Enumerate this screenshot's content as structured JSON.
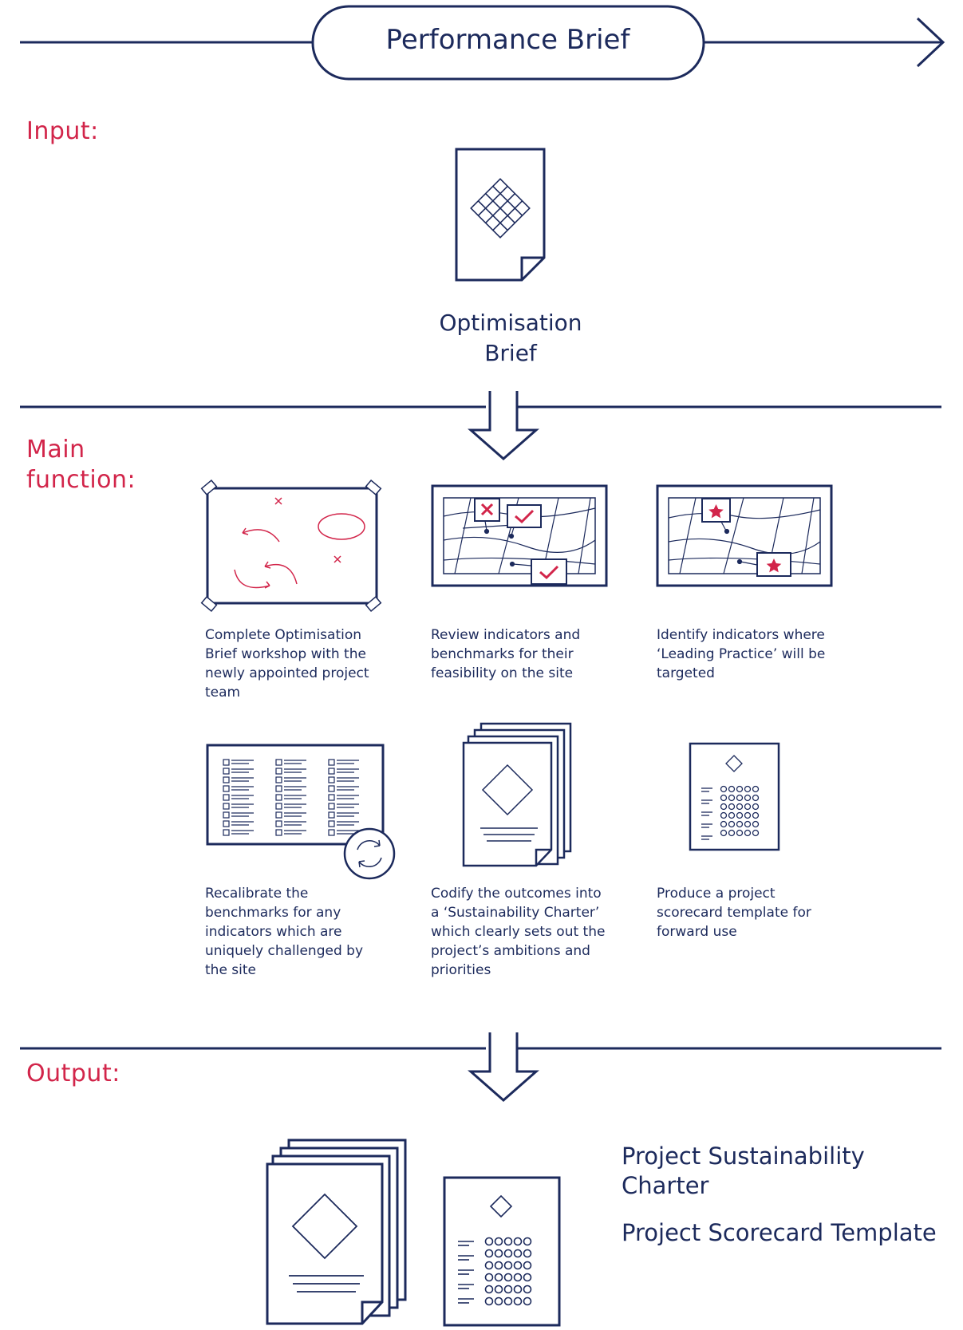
{
  "title": "Performance Brief",
  "sections": {
    "input": "Input:",
    "main": "Main\nfunction:",
    "output": "Output:"
  },
  "input_doc": {
    "label": "Optimisation\nBrief"
  },
  "steps": [
    {
      "caption": "Complete Optimisation Brief workshop with the newly appointed project team",
      "icon": "workshop-board-icon"
    },
    {
      "caption": "Review indicators and benchmarks for their feasibility on the site",
      "icon": "map-review-icon"
    },
    {
      "caption": "Identify indicators where ‘Leading Practice’ will be targeted",
      "icon": "map-star-icon"
    },
    {
      "caption": "Recalibrate the benchmarks for any indicators which are uniquely challenged by the site",
      "icon": "checklist-refresh-icon"
    },
    {
      "caption": "Codify the outcomes into a ‘Sustainability Charter’ which clearly sets out the project’s ambitions and priorities",
      "icon": "charter-stack-icon"
    },
    {
      "caption": "Produce a project scorecard template for forward use",
      "icon": "scorecard-icon"
    }
  ],
  "outputs": [
    {
      "label": "Project Sustainability Charter"
    },
    {
      "label": "Project Scorecard Template"
    }
  ],
  "colors": {
    "navy": "#1c2a5c",
    "accent": "#d2254a"
  }
}
